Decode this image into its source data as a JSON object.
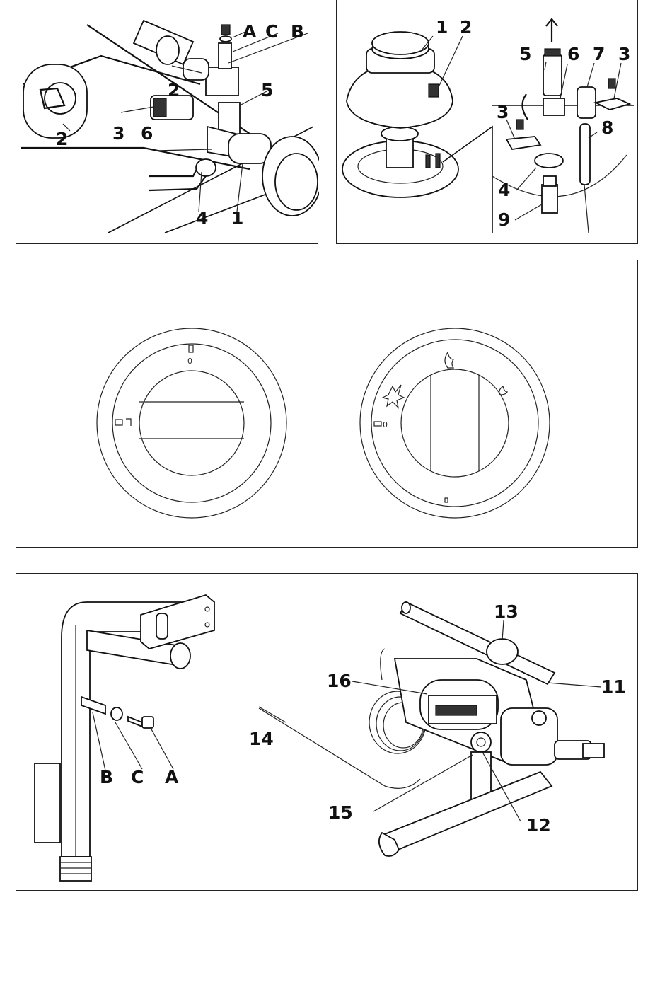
{
  "panel_top_left": {
    "labels": [
      "A",
      "C",
      "B",
      "2",
      "5",
      "2",
      "3",
      "6",
      "4",
      "1"
    ]
  },
  "panel_top_right": {
    "labels": [
      "1",
      "2",
      "5",
      "6",
      "7",
      "3",
      "3",
      "8",
      "4",
      "9"
    ]
  },
  "panel_knobs": {
    "left_knob_marks": [
      "0"
    ],
    "right_knob_marks": [
      "0"
    ]
  },
  "panel_bottom_left": {
    "labels": [
      "B",
      "C",
      "A"
    ]
  },
  "panel_bottom_right": {
    "labels": [
      "13",
      "16",
      "11",
      "14",
      "15",
      "12"
    ]
  }
}
